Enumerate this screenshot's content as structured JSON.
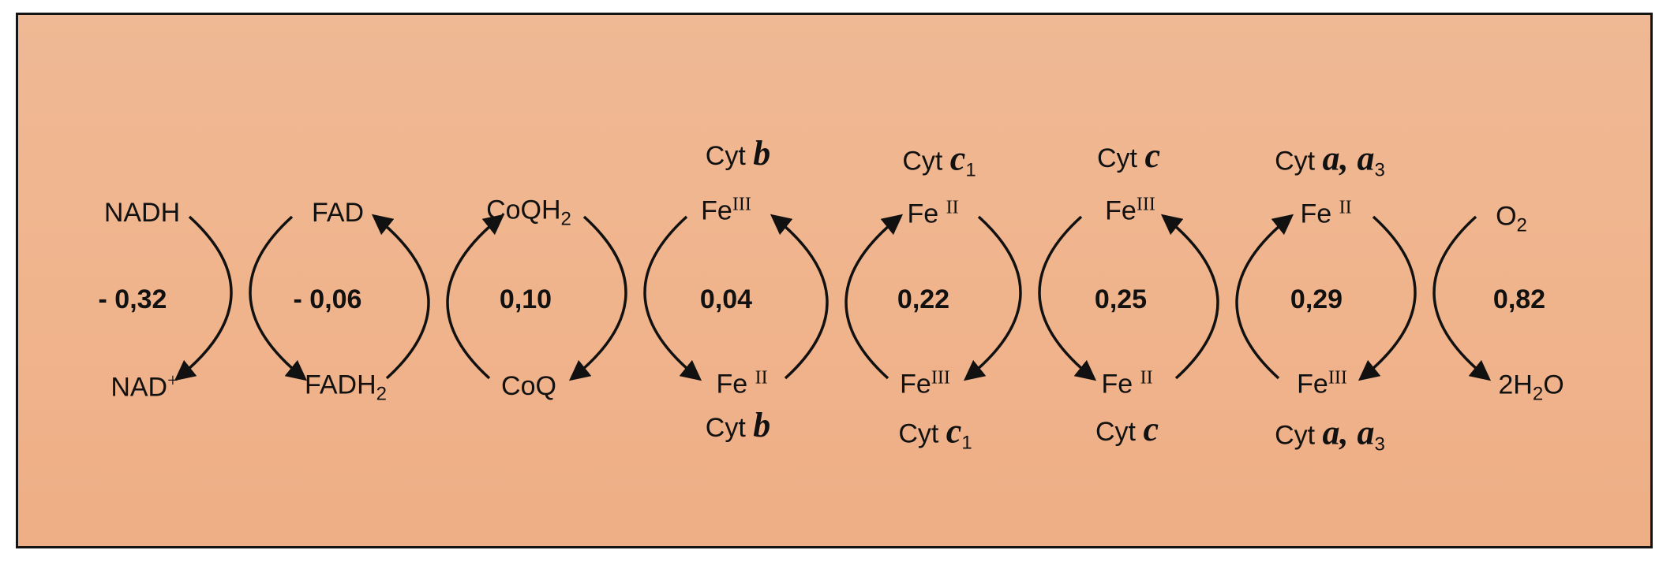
{
  "colors": {
    "background": "#f0b48c",
    "ink": "#111111",
    "frame": "#141414"
  },
  "species_top": [
    {
      "main": "NADH",
      "sup": "",
      "sub": ""
    },
    {
      "main": "FAD",
      "sup": "",
      "sub": ""
    },
    {
      "main": "CoQH",
      "sup": "",
      "sub": "2"
    },
    {
      "main": "Fe",
      "sup": "III",
      "sub": ""
    },
    {
      "main": "Fe ",
      "sup": "II",
      "sub": ""
    },
    {
      "main": "Fe",
      "sup": "III",
      "sub": ""
    },
    {
      "main": "Fe ",
      "sup": "II",
      "sub": ""
    },
    {
      "main": "O",
      "sup": "",
      "sub": "2"
    }
  ],
  "species_bottom": [
    {
      "main": "NAD",
      "sup": "+",
      "sub": ""
    },
    {
      "main": "FADH",
      "sup": "",
      "sub": "2"
    },
    {
      "main": "CoQ",
      "sup": "",
      "sub": ""
    },
    {
      "main": "Fe ",
      "sup": "II",
      "sub": ""
    },
    {
      "main": "Fe",
      "sup": "III",
      "sub": ""
    },
    {
      "main": "Fe ",
      "sup": "II",
      "sub": ""
    },
    {
      "main": "Fe",
      "sup": "III",
      "sub": ""
    },
    {
      "main": "2H",
      "sup": "",
      "sub": "2",
      "tail": "O"
    }
  ],
  "cytochromes_top": [
    {
      "prefix": "Cyt ",
      "letter": "b",
      "sub": ""
    },
    {
      "prefix": "Cyt ",
      "letter": "c",
      "sub": "1"
    },
    {
      "prefix": "Cyt ",
      "letter": "c",
      "sub": ""
    },
    {
      "prefix": "Cyt ",
      "letter": "a, a",
      "sub": "3"
    }
  ],
  "cytochromes_bottom": [
    {
      "prefix": "Cyt ",
      "letter": "b",
      "sub": ""
    },
    {
      "prefix": "Cyt ",
      "letter": "c",
      "sub": "1"
    },
    {
      "prefix": "Cyt ",
      "letter": "c",
      "sub": ""
    },
    {
      "prefix": "Cyt ",
      "letter": "a, a",
      "sub": "3"
    }
  ],
  "potentials": [
    "-  0,32",
    "-  0,06",
    "0,10",
    "0,04",
    "0,22",
    "0,25",
    "0,29",
    "0,82"
  ]
}
